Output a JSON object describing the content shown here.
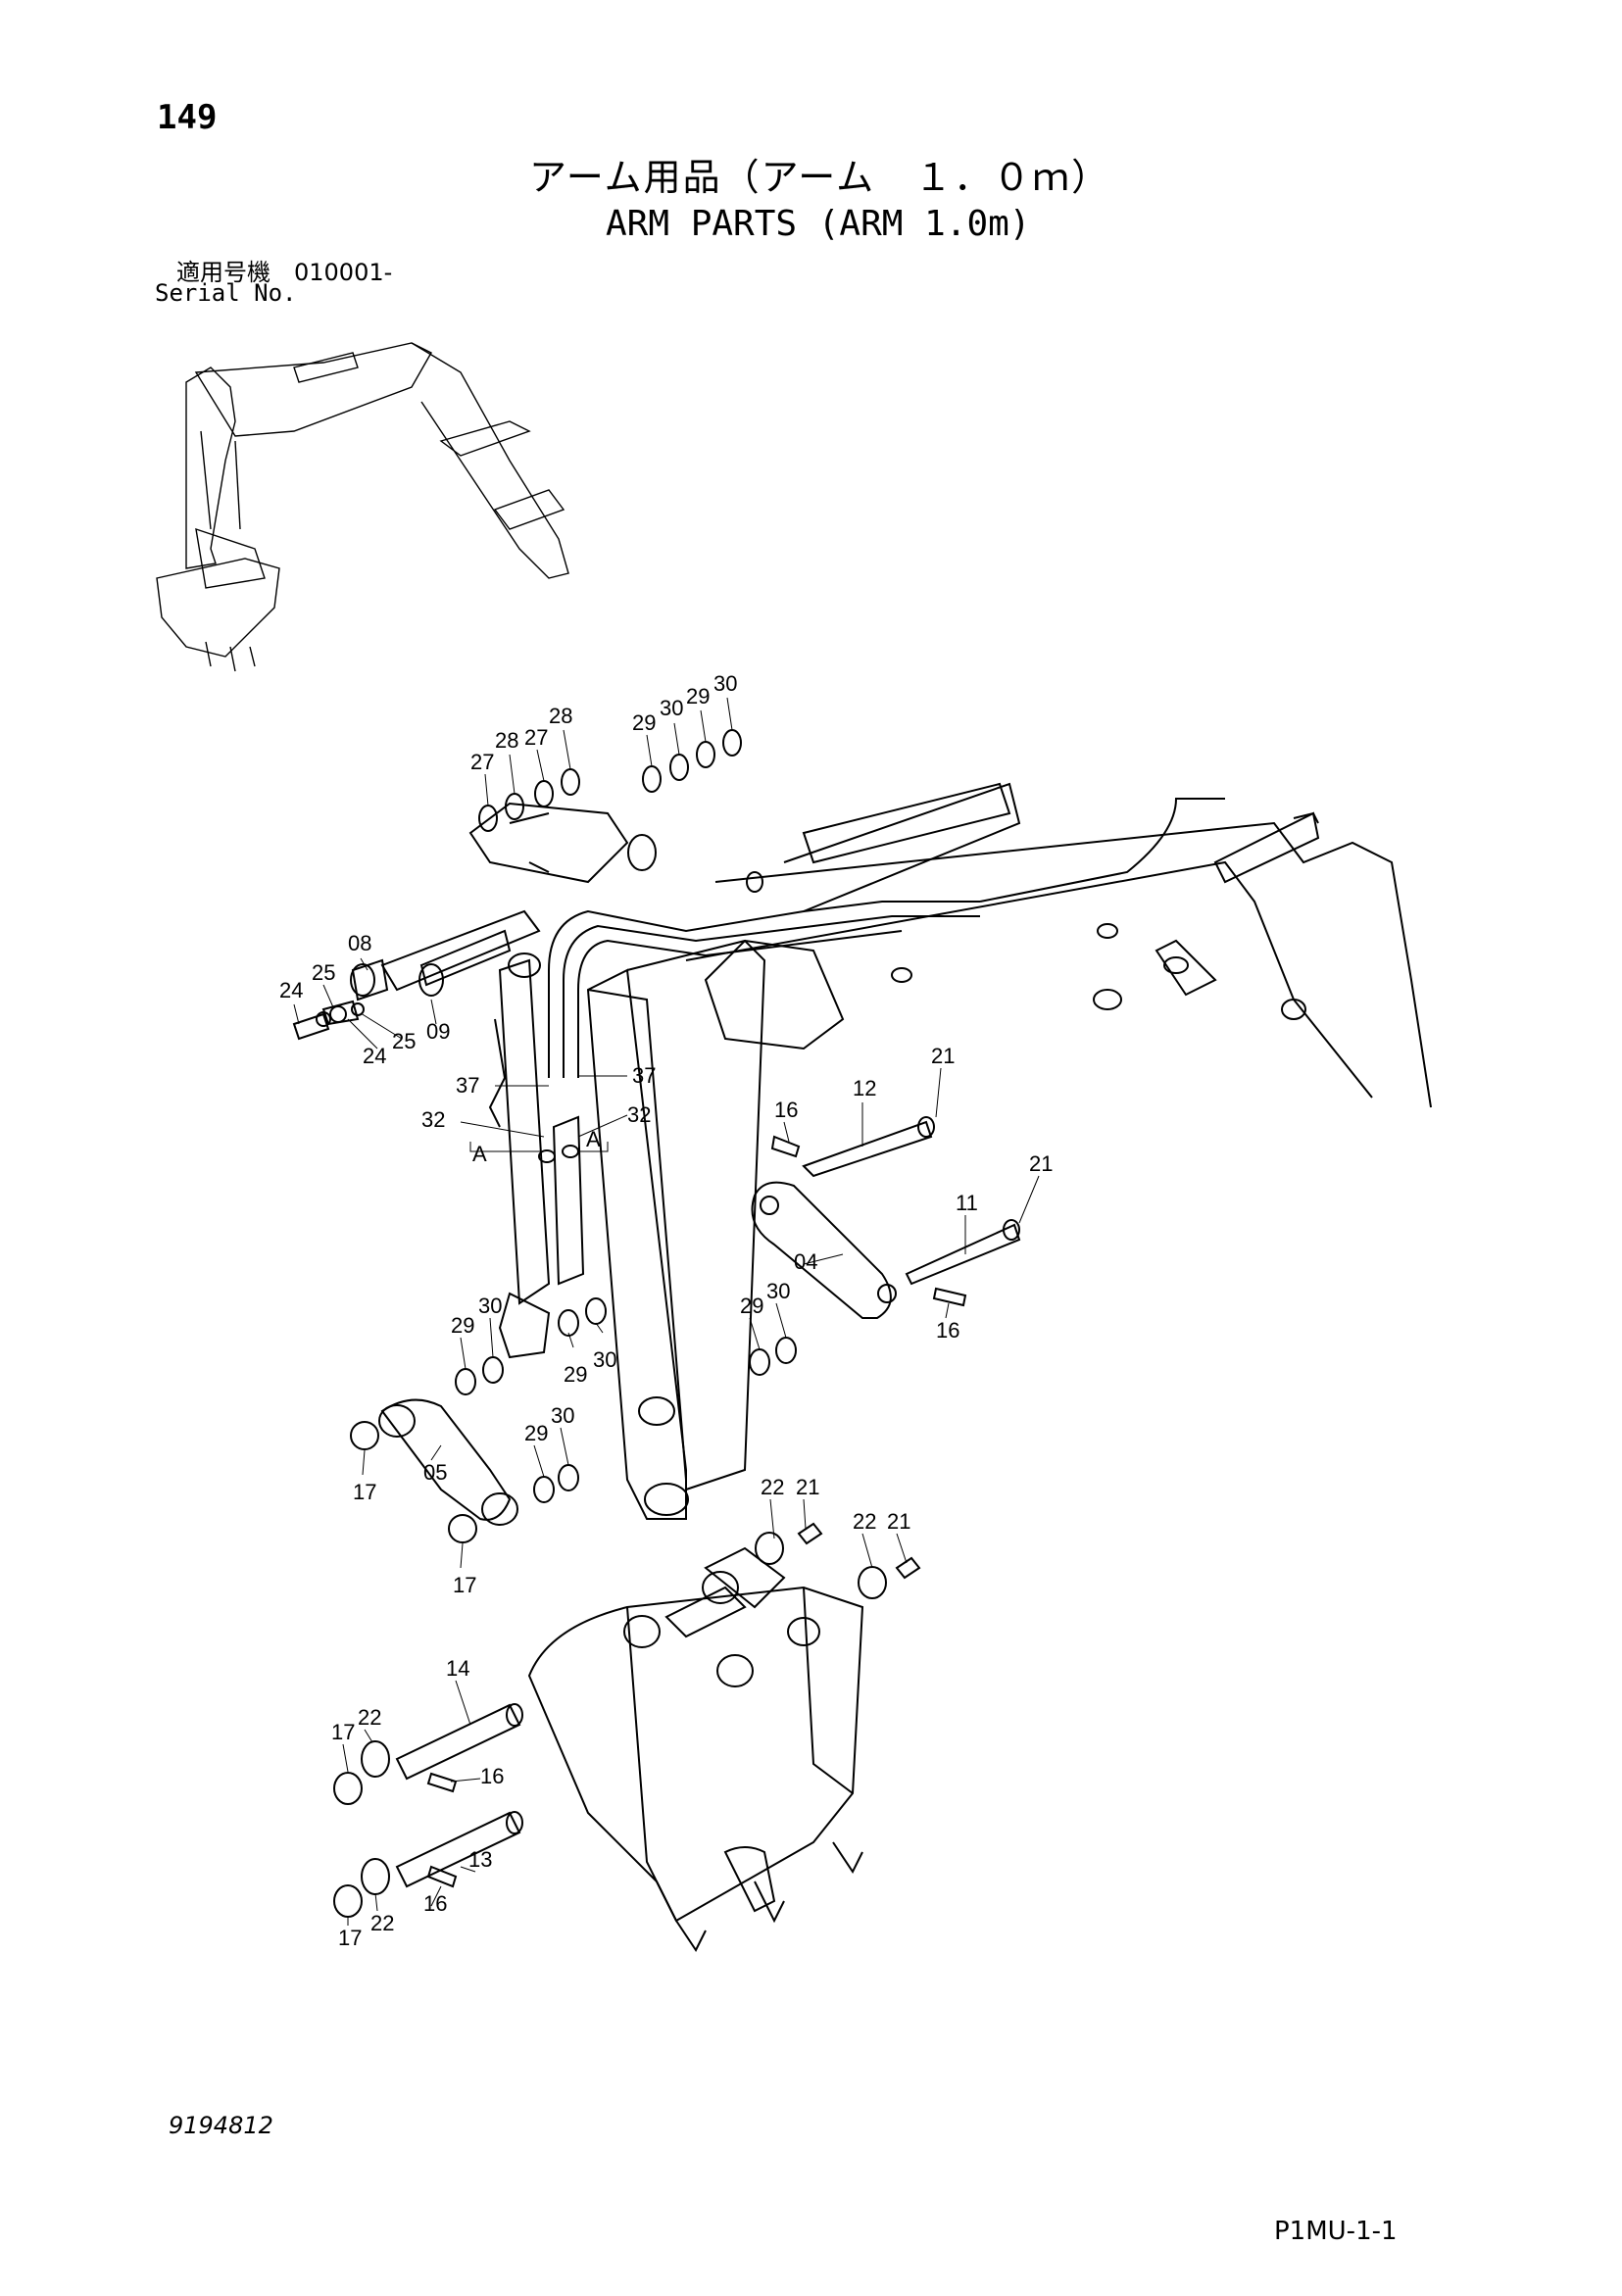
{
  "header": {
    "page_number": "149",
    "title_ja": "アーム用品（アーム　１．０ｍ）",
    "title_en": "ARM PARTS (ARM 1.0m)",
    "serial_ja": "適用号機　010001-",
    "serial_en": "Serial No."
  },
  "footer": {
    "drawing_number": "9194812",
    "page_code": "P1MU-1-1"
  },
  "section_marker": "A",
  "part_callouts": [
    "27",
    "28",
    "27",
    "28",
    "29",
    "30",
    "29",
    "30",
    "08",
    "25",
    "24",
    "09",
    "24",
    "25",
    "37",
    "37",
    "32",
    "32",
    "16",
    "12",
    "21",
    "21",
    "11",
    "04",
    "16",
    "29",
    "30",
    "29",
    "30",
    "29",
    "30",
    "29",
    "30",
    "17",
    "05",
    "17",
    "22",
    "21",
    "22",
    "21",
    "14",
    "17",
    "22",
    "16",
    "13",
    "16",
    "17",
    "22"
  ]
}
